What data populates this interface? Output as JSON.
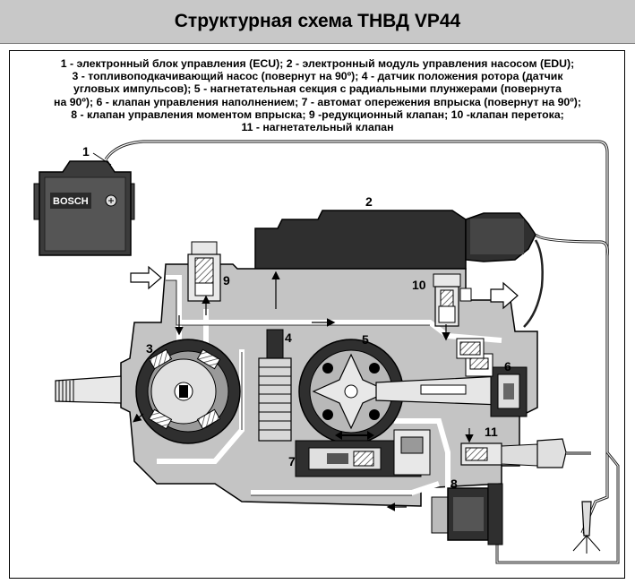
{
  "title": "Структурная схема ТНВД VP44",
  "legend": [
    "1 - электронный блок управления (ECU); 2 - электронный модуль управления насосом (EDU);",
    "3 - топливоподкачивающий насос (повернут на 90º); 4 - датчик положения ротора (датчик",
    "угловых импульсов); 5 - нагнетательная секция с радиальными плунжерами (повернута",
    "на 90º); 6 - клапан управления наполнением; 7 - автомат опережения впрыска (повернут на 90º);",
    "8 - клапан управления моментом впрыска; 9 -редукционный клапан; 10 -клапан перетока;",
    "11 - нагнетательный клапан"
  ],
  "labels": {
    "n1": "1",
    "n2": "2",
    "n3": "3",
    "n4": "4",
    "n5": "5",
    "n6": "6",
    "n7": "7",
    "n8": "8",
    "n9": "9",
    "n10": "10",
    "n11": "11"
  },
  "ecu_brand": "BOSCH",
  "colors": {
    "housing": "#c4c4c4",
    "dark": "#2f2f2f",
    "mid": "#8c8c8c",
    "channel": "#ffffff"
  }
}
